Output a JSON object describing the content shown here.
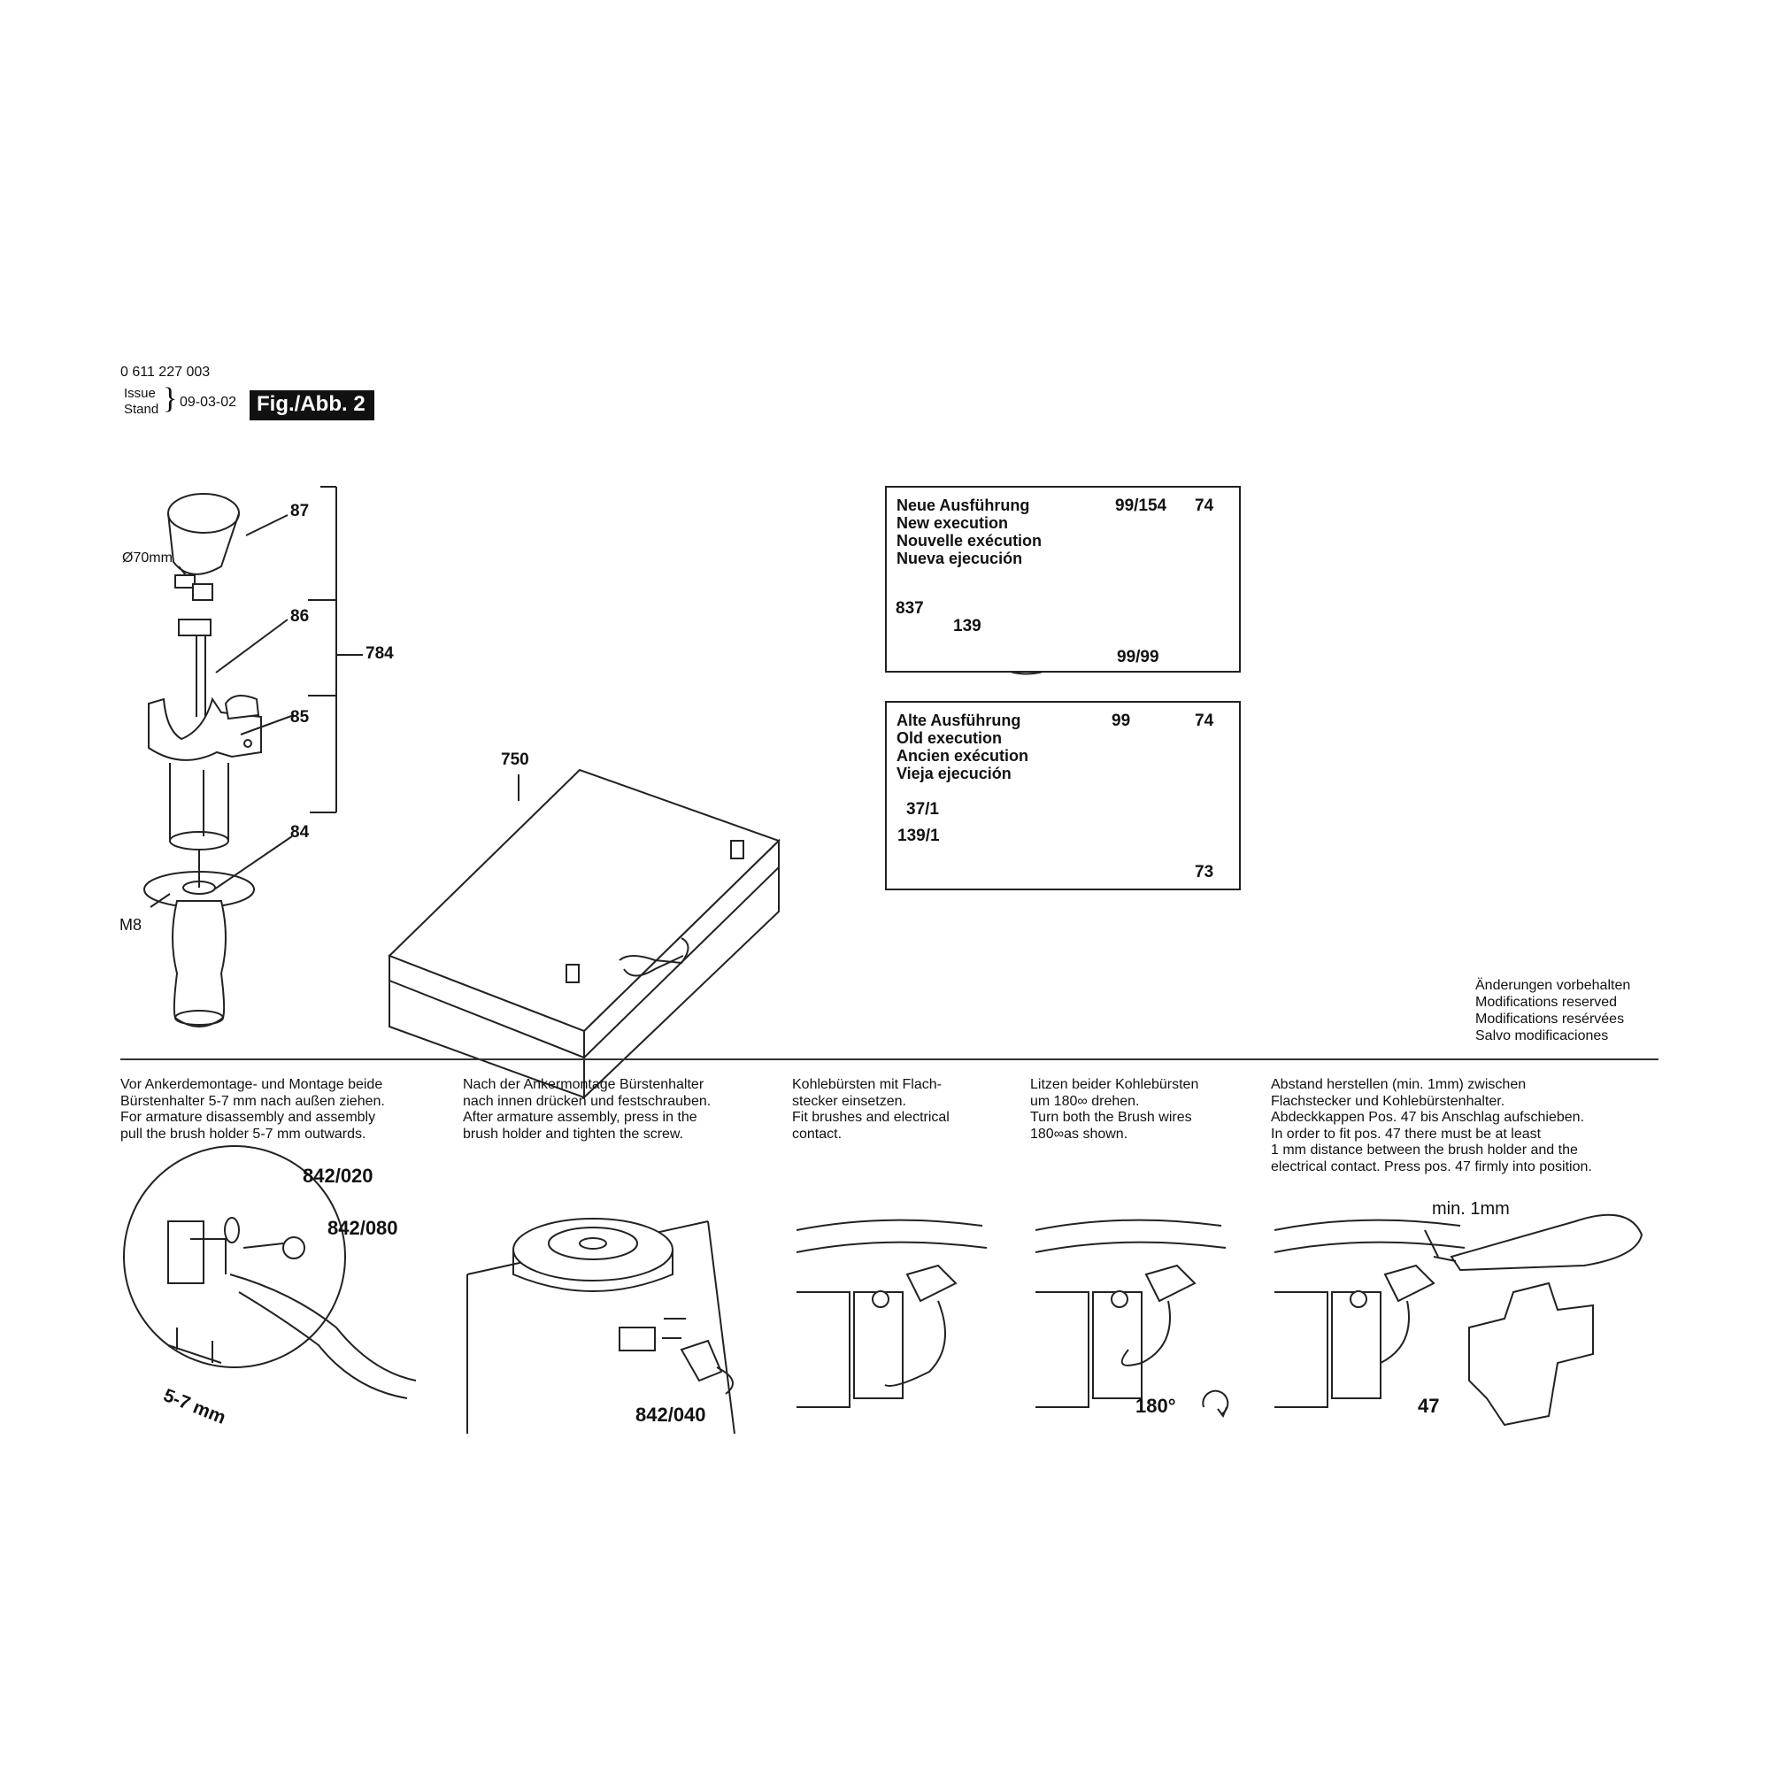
{
  "header": {
    "part_number": "0 611 227 003",
    "issue_label": "Issue",
    "stand_label": "Stand",
    "date": "09-03-02",
    "figure_label": "Fig./Abb. 2"
  },
  "handle_group": {
    "diameter": "Ø70mm",
    "thread": "M8",
    "labels": [
      "87",
      "86",
      "85",
      "84"
    ],
    "group_label": "784"
  },
  "case": {
    "label": "750"
  },
  "new_box": {
    "title_lines": [
      "Neue Ausführung",
      "New execution",
      "Nouvelle exécution",
      "Nueva ejecución"
    ],
    "labels": [
      "99/154",
      "74",
      "837",
      "139",
      "99/99"
    ]
  },
  "old_box": {
    "title_lines": [
      "Alte Ausführung",
      "Old execution",
      "Ancien exécution",
      "Vieja ejecución"
    ],
    "labels": [
      "99",
      "74",
      "37/1",
      "139/1",
      "73"
    ]
  },
  "modifications_note": [
    "Änderungen vorbehalten",
    "Modifications reserved",
    "Modifications resérvées",
    "Salvo modificaciones"
  ],
  "instructions": [
    {
      "lines": [
        "Vor Ankerdemontage- und Montage beide",
        "Bürstenhalter 5-7 mm nach außen ziehen.",
        "For armature disassembly and assembly",
        "pull the brush holder 5-7 mm outwards."
      ],
      "labels": [
        "842/020",
        "842/080",
        "5-7 mm"
      ]
    },
    {
      "lines": [
        "Nach der Ankermontage Bürstenhalter",
        "nach innen drücken und festschrauben.",
        "After armature assembly, press in the",
        "brush holder and tighten the screw."
      ],
      "labels": [
        "842/040"
      ]
    },
    {
      "lines": [
        "Kohlebürsten mit Flach-",
        "stecker einsetzen.",
        "Fit brushes and electrical",
        "contact."
      ],
      "labels": []
    },
    {
      "lines": [
        "Litzen beider Kohlebürsten",
        "um 180∞ drehen.",
        "Turn both the Brush wires",
        "180∞as shown."
      ],
      "labels": [
        "180°"
      ]
    },
    {
      "lines": [
        "Abstand herstellen (min. 1mm) zwischen",
        "Flachstecker und Kohlebürstenhalter.",
        "Abdeckkappen Pos. 47 bis Anschlag aufschieben.",
        "In order to fit pos. 47 there must be at least",
        "1 mm distance between the brush holder and the",
        "electrical contact. Press pos. 47 firmly into position."
      ],
      "labels": [
        "min. 1mm",
        "47"
      ]
    }
  ]
}
